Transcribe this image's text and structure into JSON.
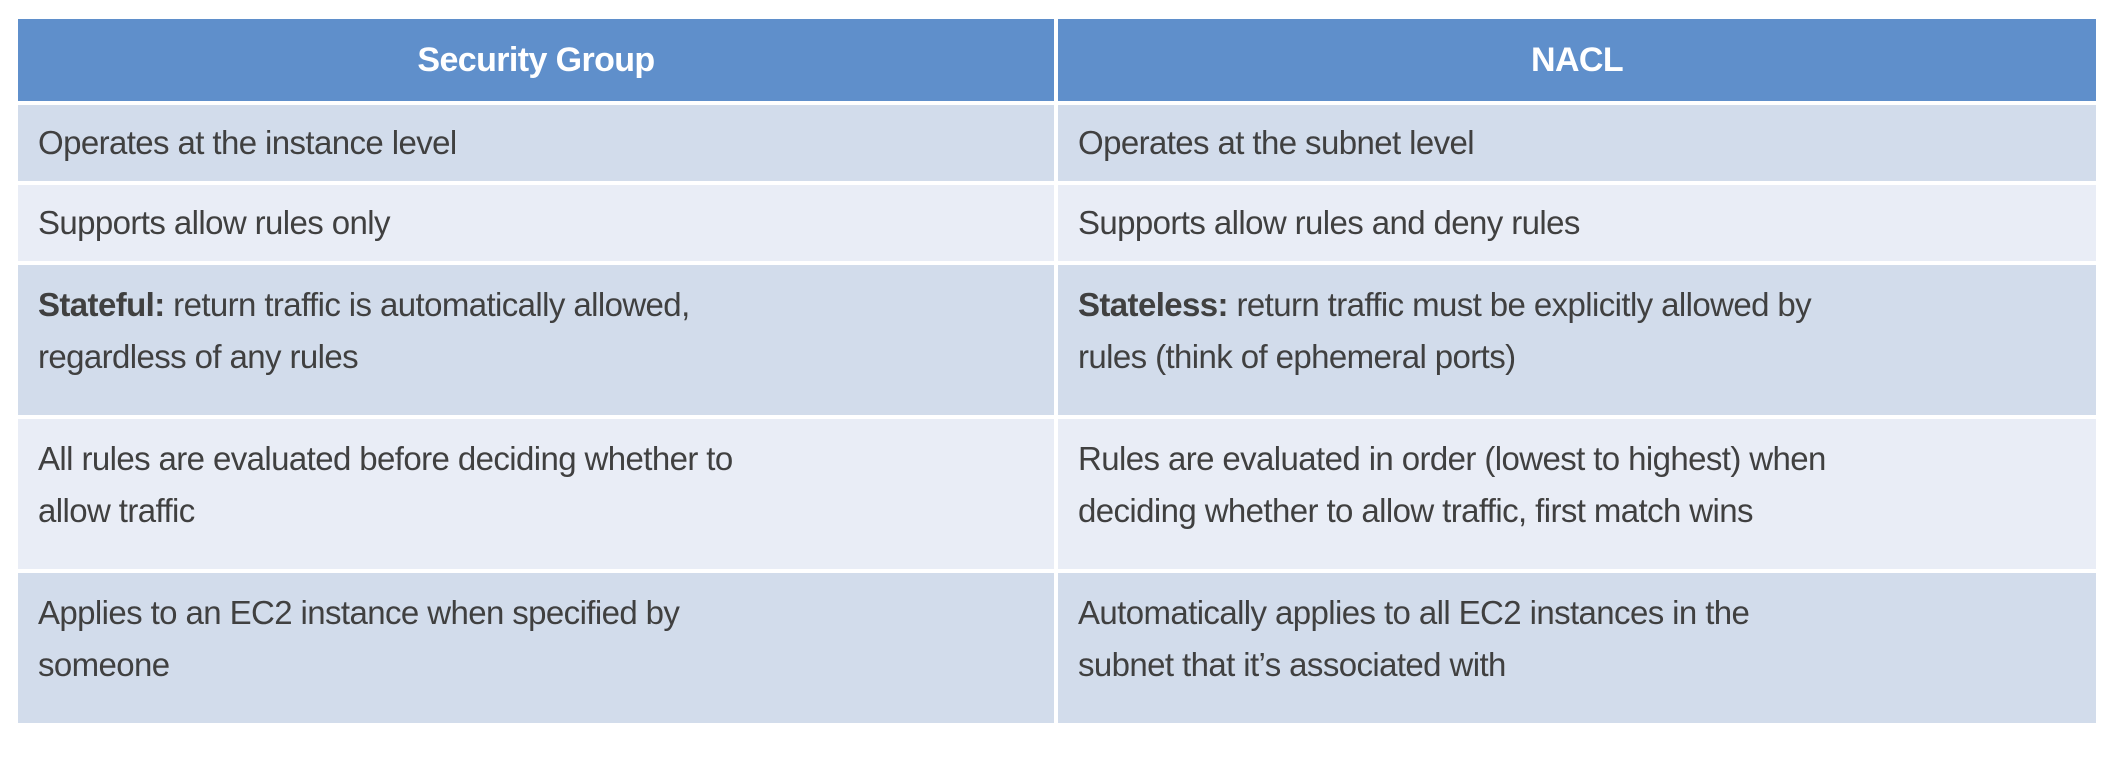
{
  "headers": [
    "Security Group",
    "NACL"
  ],
  "rows": [
    {
      "sg": {
        "bold": "",
        "text": "Operates at the instance level"
      },
      "nacl": {
        "bold": "",
        "text": "Operates at the subnet level"
      }
    },
    {
      "sg": {
        "bold": "",
        "text": "Supports allow rules only"
      },
      "nacl": {
        "bold": "",
        "text": "Supports allow rules and deny rules"
      }
    },
    {
      "sg": {
        "bold": "Stateful:",
        "text": " return traffic is automatically allowed,\nregardless of any rules"
      },
      "nacl": {
        "bold": "Stateless:",
        "text": " return traffic must be explicitly allowed by\nrules (think of ephemeral ports)"
      }
    },
    {
      "sg": {
        "bold": "",
        "text": "All rules are evaluated before deciding whether to\nallow traffic"
      },
      "nacl": {
        "bold": "",
        "text": "Rules are evaluated in order (lowest to highest) when\ndeciding whether to allow traffic, first match wins"
      }
    },
    {
      "sg": {
        "bold": "",
        "text": "Applies to an EC2 instance when specified by\nsomeone"
      },
      "nacl": {
        "bold": "",
        "text": "Automatically applies to all EC2 instances in the\nsubnet that it’s associated with"
      }
    }
  ],
  "colors": {
    "header": "#5F8FCB",
    "row_odd": "#D2DCEB",
    "row_even": "#E9EDF6",
    "text": "#404040"
  }
}
